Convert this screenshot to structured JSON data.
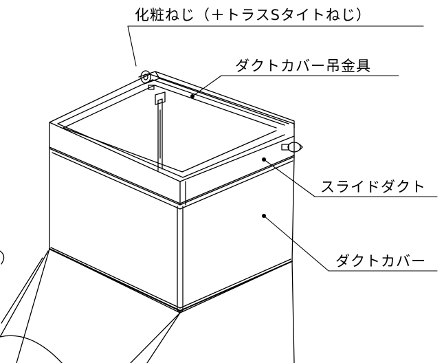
{
  "labels": {
    "screw": "化粧ねじ（＋トラスSタイトねじ）",
    "hanger": "ダクトカバー吊金具",
    "slide_duct": "スライドダクト",
    "duct_cover": "ダクトカバー"
  },
  "colors": {
    "line": "#000000",
    "background": "#ffffff"
  }
}
